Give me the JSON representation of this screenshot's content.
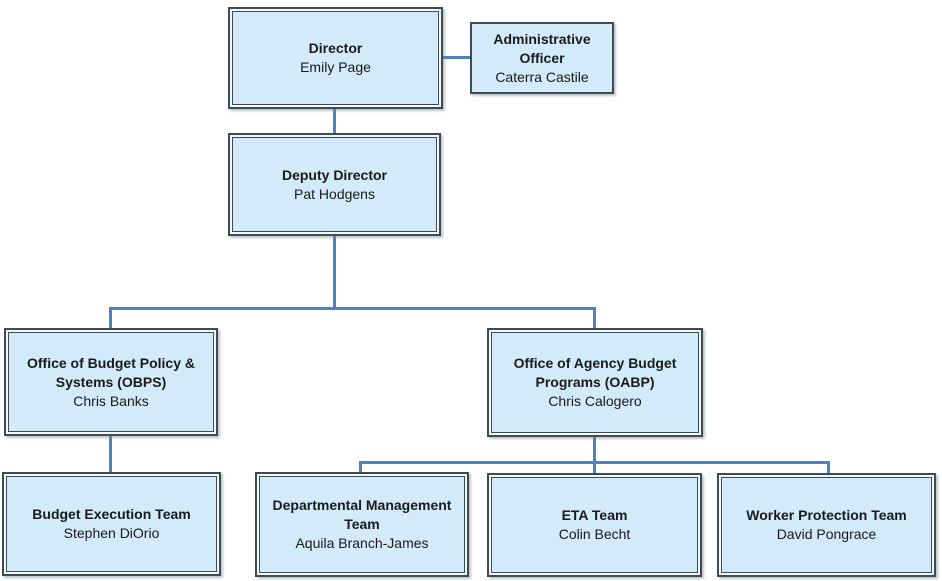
{
  "diagram_type": "org-chart",
  "colors": {
    "box-fill": "#d3eafa",
    "box-gap": "#f2f9fd",
    "box-border": "#3d4b55",
    "connector": "#4f81bd",
    "text": "#1a1a1a"
  },
  "nodes": {
    "director": {
      "title": "Director",
      "person": "Emily Page"
    },
    "administrative_officer": {
      "title": "Administrative Officer",
      "person": "Caterra Castile"
    },
    "deputy_director": {
      "title": "Deputy Director",
      "person": "Pat Hodgens"
    },
    "obps": {
      "title": "Office of Budget Policy & Systems (OBPS)",
      "person": "Chris Banks"
    },
    "oabp": {
      "title": "Office of Agency Budget Programs (OABP)",
      "person": "Chris Calogero"
    },
    "budget_execution_team": {
      "title": "Budget Execution Team",
      "person": "Stephen DiOrio"
    },
    "departmental_management_team": {
      "title": "Departmental Management Team",
      "person": "Aquila Branch-James"
    },
    "eta_team": {
      "title": "ETA Team",
      "person": "Colin Becht"
    },
    "worker_protection_team": {
      "title": "Worker Protection Team",
      "person": "David Pongrace"
    }
  },
  "edges": [
    {
      "from": "director",
      "to": "administrative_officer",
      "type": "assistant"
    },
    {
      "from": "director",
      "to": "deputy_director",
      "type": "report"
    },
    {
      "from": "deputy_director",
      "to": "obps",
      "type": "report"
    },
    {
      "from": "deputy_director",
      "to": "oabp",
      "type": "report"
    },
    {
      "from": "obps",
      "to": "budget_execution_team",
      "type": "report"
    },
    {
      "from": "oabp",
      "to": "departmental_management_team",
      "type": "report"
    },
    {
      "from": "oabp",
      "to": "eta_team",
      "type": "report"
    },
    {
      "from": "oabp",
      "to": "worker_protection_team",
      "type": "report"
    }
  ]
}
